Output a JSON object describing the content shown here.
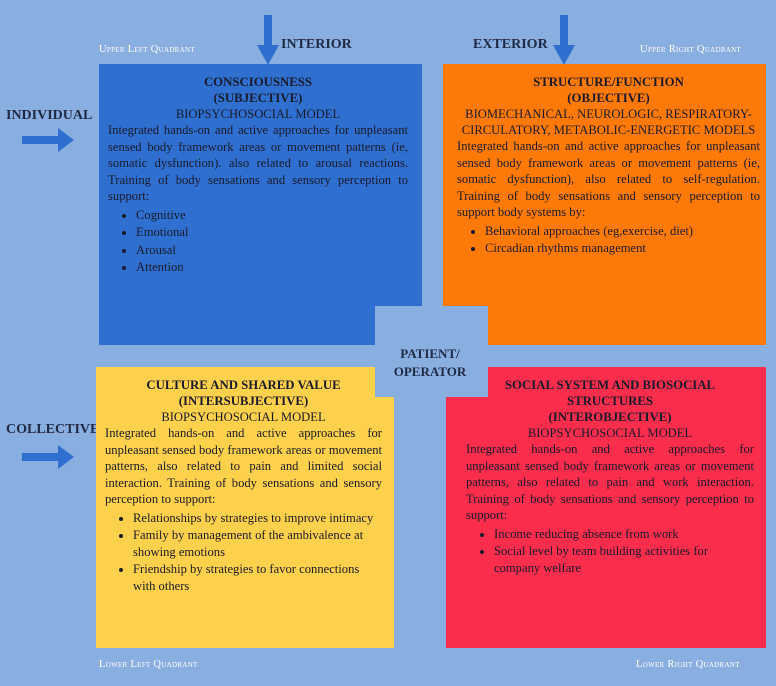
{
  "corners": {
    "upper_left": "Upper Left Quadrant",
    "upper_right": "Upper Right Quadrant",
    "lower_left": "Lower Left Quadrant",
    "lower_right": "Lower Right Quadrant"
  },
  "axes": {
    "interior": "INTERIOR",
    "exterior": "EXTERIOR",
    "individual": "INDIVIDUAL",
    "collective": "COLLECTIVE"
  },
  "center": {
    "label_line1": "PATIENT/",
    "label_line2": "OPERATOR"
  },
  "colors": {
    "background": "#89aee0",
    "upper_left": "#2f6fcf",
    "upper_right": "#fe7a08",
    "lower_left": "#fdd14c",
    "lower_right": "#fb2d4d",
    "arrow": "#2f6fcf"
  },
  "quadrants": {
    "upper_left": {
      "title1": "CONSCIOUSNESS",
      "title2": "(SUBJECTIVE)",
      "model": "BIOPSYCHOSOCIAL  MODEL",
      "body": "Integrated hands-on and active approaches for unpleasant sensed body framework areas or movement patterns (ie, somatic dysfunction). also related to arousal reactions. Training of body sensations and sensory perception to support:",
      "items": [
        "Cognitive",
        "Emotional",
        "Arousal",
        "Attention"
      ]
    },
    "upper_right": {
      "title1": "STRUCTURE/FUNCTION",
      "title2": "(OBJECTIVE)",
      "model": "BIOMECHANICAL, NEUROLOGIC, RESPIRATORY-CIRCULATORY, METABOLIC-ENERGETIC MODELS",
      "body": "Integrated hands-on and active approaches for unpleasant sensed body framework areas or movement patterns (ie, somatic dysfunction), also related to self-regulation. Training of body sensations and sensory perception to support body systems by:",
      "items": [
        "Behavioral  approaches (eg,exercise, diet)",
        "Circadian rhythms management"
      ]
    },
    "lower_left": {
      "title1": "CULTURE AND SHARED VALUE",
      "title2": "(INTERSUBJECTIVE)",
      "model": "BIOPSYCHOSOCIAL MODEL",
      "body": "Integrated hands-on and active approaches for unpleasant sensed body framework areas or movement patterns, also related to pain and limited social interaction. Training of body sensations and sensory perception to support:",
      "items": [
        "Relationships by strategies to improve intimacy",
        "Family by management of the ambivalence at showing emotions",
        "Friendship by strategies to favor connections with others"
      ]
    },
    "lower_right": {
      "title1": "SOCIAL SYSTEM AND BIOSOCIAL STRUCTURES",
      "title2": "(INTEROBJECTIVE)",
      "model": "BIOPSYCHOSOCIAL MODEL",
      "body": "Integrated hands-on and active approaches for unpleasant sensed body framework areas or movement patterns, also related to pain and work interaction. Training of body sensations and sensory perception to support:",
      "items": [
        "Income reducing absence from work",
        "Social level by team building activities for company welfare"
      ]
    }
  }
}
